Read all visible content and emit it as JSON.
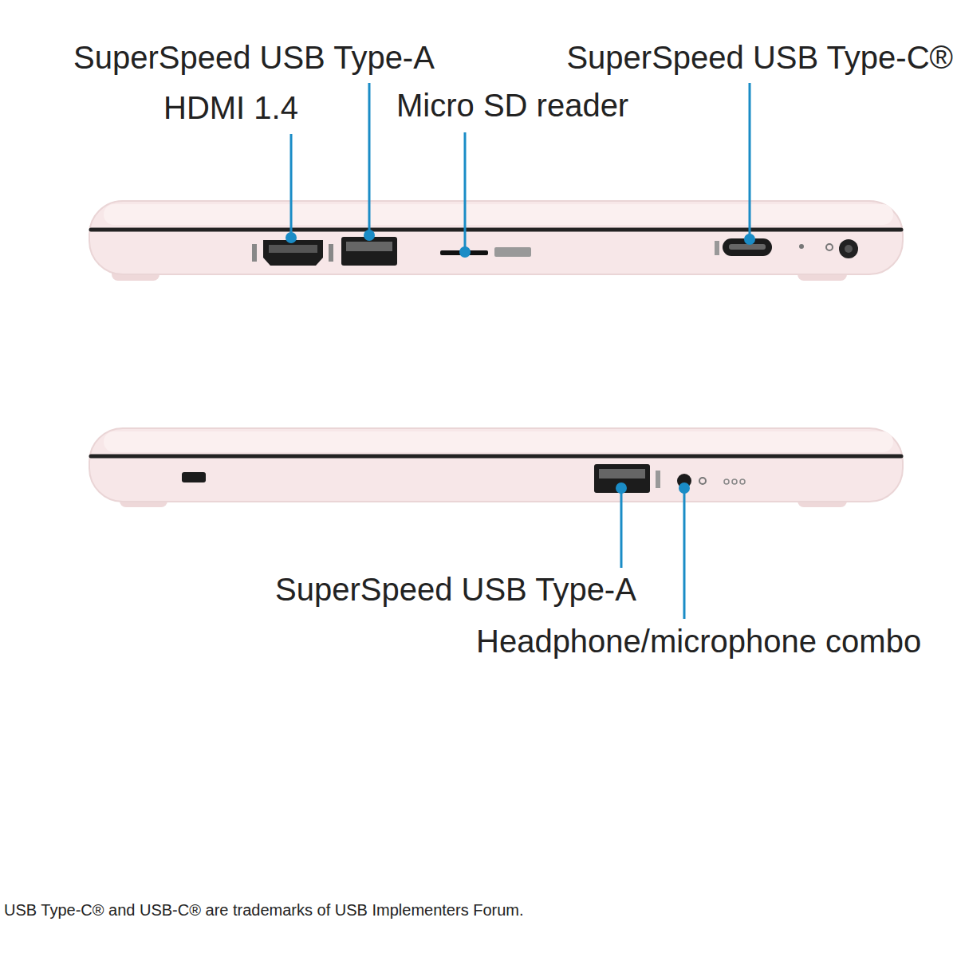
{
  "diagram": {
    "labels": [
      "SuperSpeed USB Type-A",
      "HDMI 1.4",
      "Micro SD reader",
      "SuperSpeed USB Type-C®",
      "SuperSpeed USB Type-A",
      "Headphone/microphone combo",
      "USB Type-C® and USB-C® are trademarks of USB Implementers Forum."
    ]
  }
}
